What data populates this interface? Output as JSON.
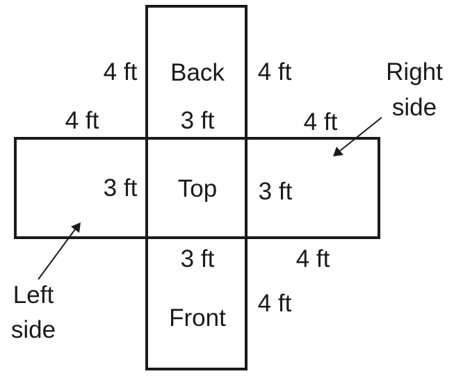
{
  "faces": {
    "back": "Back",
    "top": "Top",
    "front": "Front",
    "right_side": [
      "Right",
      "side"
    ],
    "left_side": [
      "Left",
      "side"
    ]
  },
  "dimensions": {
    "back_left": "4 ft",
    "back_right": "4 ft",
    "back_bottom": "3 ft",
    "left_top": "4 ft",
    "left_right": "3 ft",
    "right_top": "4 ft",
    "right_left": "3 ft",
    "front_top": "3 ft",
    "front_right_top": "4 ft",
    "front_right": "4 ft"
  },
  "colors": {
    "stroke": "#1a1a1a",
    "background": "#ffffff"
  }
}
